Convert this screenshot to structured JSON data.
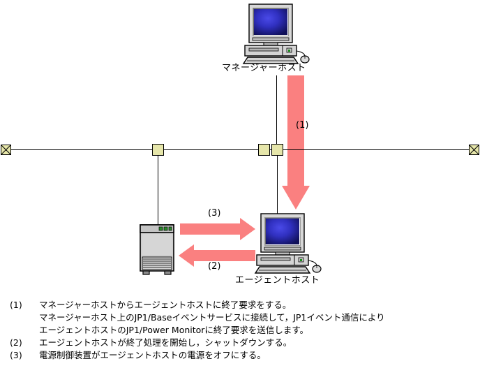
{
  "diagram": {
    "nodes": {
      "manager_host": {
        "label": "マネージャーホスト",
        "icon": "desktop-computer-icon"
      },
      "agent_host": {
        "label": "エージェントホスト",
        "icon": "desktop-computer-icon"
      },
      "power_control_device": {
        "label": "",
        "icon": "tower-server-icon"
      }
    },
    "network": {
      "icon_terminator": "bus-terminator-icon",
      "icon_junction": "bus-junction-icon"
    },
    "arrows": [
      {
        "id": "1",
        "label": "(1)",
        "direction": "down",
        "from": "manager-host",
        "to": "agent-host"
      },
      {
        "id": "2",
        "label": "(2)",
        "direction": "left",
        "from": "agent-host",
        "to": "power-control-device"
      },
      {
        "id": "3",
        "label": "(3)",
        "direction": "right",
        "from": "power-control-device",
        "to": "agent-host"
      }
    ]
  },
  "legend": {
    "items": [
      {
        "num": "(1)",
        "lines": [
          "マネージャーホストからエージェントホストに終了要求をする。",
          "マネージャーホスト上のJP1/Baseイベントサービスに接続して，JP1イベント通信により",
          "エージェントホストのJP1/Power Monitorに終了要求を送信します。"
        ]
      },
      {
        "num": "(2)",
        "lines": [
          "エージェントホストが終了処理を開始し，シャットダウンする。"
        ]
      },
      {
        "num": "(3)",
        "lines": [
          "電源制御装置がエージェントホストの電源をオフにする。"
        ]
      }
    ]
  },
  "colors": {
    "arrow": "#fa8080",
    "junction": "#e6e6aa",
    "screen_bright": "#3838d8",
    "screen_dark": "#101060",
    "case": "#d4d4d4",
    "line": "#000000"
  }
}
